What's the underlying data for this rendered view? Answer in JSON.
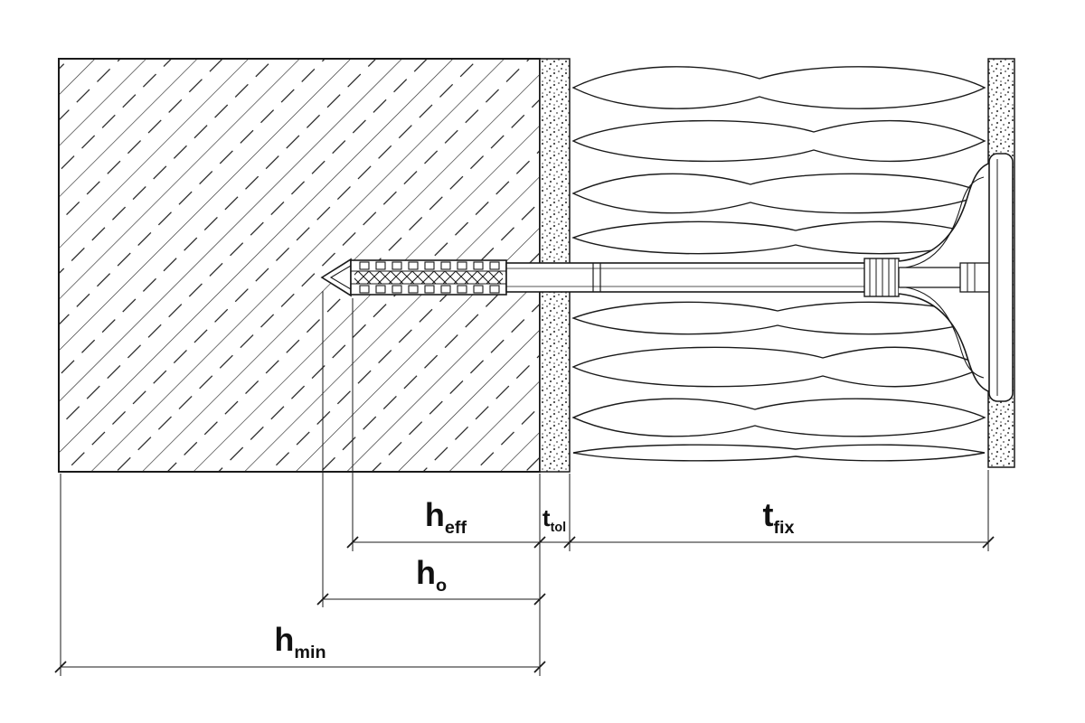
{
  "diagram": {
    "kind": "technical-section-drawing",
    "colors": {
      "ink": "#1a1a1a",
      "background": "#ffffff"
    },
    "labels": {
      "h_eff": {
        "base": "h",
        "sub": "eff"
      },
      "t_tol": {
        "base": "t",
        "sub": "tol"
      },
      "t_fix": {
        "base": "t",
        "sub": "fix"
      },
      "h_o": {
        "base": "h",
        "sub": "o"
      },
      "h_min": {
        "base": "h",
        "sub": "min"
      }
    }
  }
}
